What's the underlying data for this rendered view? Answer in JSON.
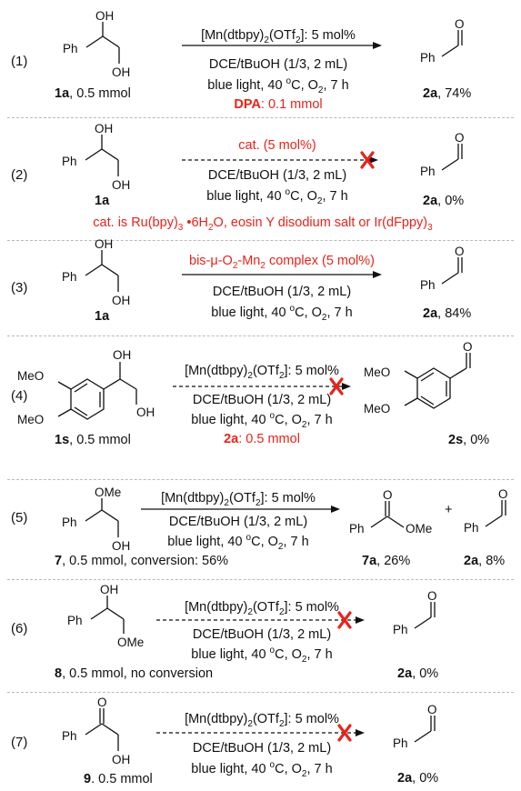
{
  "entries": [
    {
      "num": "(1)",
      "sm_bold": "1a",
      "sm_rest": ", 0.5 mmol",
      "cond1_pre": "[Mn(dtbpy)",
      "cond1_s1": "2",
      "cond1_mid": "(OTf",
      "cond1_s2": "2",
      "cond1_post": "]: 5 mol%",
      "solv": "DCE/tBuOH (1/3, 2 mL)",
      "light_pre": "blue light, 40 ",
      "light_sup": "o",
      "light_mid": "C, O",
      "light_sub": "2",
      "light_post": ", 7 h",
      "add_bold": "DPA",
      "add_rest": ": 0.1 mmol",
      "prod_bold": "2a",
      "prod_rest": ", 74%"
    },
    {
      "num": "(2)",
      "sm_bold": "1a",
      "cat": "cat. (5 mol%)",
      "solv": "DCE/tBuOH (1/3, 2 mL)",
      "light_pre": "blue light, 40 ",
      "light_sup": "o",
      "light_mid": "C, O",
      "light_sub": "2",
      "light_post": ", 7 h",
      "prod_bold": "2a",
      "prod_rest": ", 0%",
      "note_pre": "cat. is Ru(bpy)",
      "note_s1": "3",
      "note_mid": " •6H",
      "note_s2": "2",
      "note_mid2": "O, eosin Y disodium salt or Ir(dFppy)",
      "note_s3": "3"
    },
    {
      "num": "(3)",
      "sm_bold": "1a",
      "cat_pre": "bis-μ-O",
      "cat_s1": "2",
      "cat_mid": "-Mn",
      "cat_s2": "2",
      "cat_post": " complex (5 mol%)",
      "solv": "DCE/tBuOH (1/3, 2 mL)",
      "light_pre": "blue light, 40 ",
      "light_sup": "o",
      "light_mid": "C, O",
      "light_sub": "2",
      "light_post": ", 7 h",
      "prod_bold": "2a",
      "prod_rest": ", 84%"
    },
    {
      "num": "(4)",
      "sm_bold": "1s",
      "sm_rest": ", 0.5 mmol",
      "cond1_pre": "[Mn(dtbpy)",
      "cond1_s1": "2",
      "cond1_mid": "(OTf",
      "cond1_s2": "2",
      "cond1_post": "]: 5 mol%",
      "solv": "DCE/tBuOH (1/3, 2 mL)",
      "light_pre": "blue light, 40 ",
      "light_sup": "o",
      "light_mid": "C, O",
      "light_sub": "2",
      "light_post": ", 7 h",
      "add_bold": "2a",
      "add_rest": ": 0.5 mmol",
      "prod_bold": "2s",
      "prod_rest": ", 0%"
    },
    {
      "num": "(5)",
      "sm_bold": "7",
      "sm_rest": ", 0.5 mmol, conversion: 56%",
      "cond1_pre": "[Mn(dtbpy)",
      "cond1_s1": "2",
      "cond1_mid": "(OTf",
      "cond1_s2": "2",
      "cond1_post": "]: 5 mol%",
      "solv": "DCE/tBuOH (1/3, 2 mL)",
      "light_pre": "blue light, 40 ",
      "light_sup": "o",
      "light_mid": "C, O",
      "light_sub": "2",
      "light_post": ", 7 h",
      "prod_bold": "7a",
      "prod_rest": ", 26%",
      "plus": "+",
      "prod2_bold": "2a",
      "prod2_rest": ", 8%"
    },
    {
      "num": "(6)",
      "sm_bold": "8",
      "sm_rest": ", 0.5 mmol, no conversion",
      "cond1_pre": "[Mn(dtbpy)",
      "cond1_s1": "2",
      "cond1_mid": "(OTf",
      "cond1_s2": "2",
      "cond1_post": "]: 5 mol%",
      "solv": "DCE/tBuOH (1/3, 2 mL)",
      "light_pre": "blue light, 40 ",
      "light_sup": "o",
      "light_mid": "C, O",
      "light_sub": "2",
      "light_post": ", 7 h",
      "prod_bold": "2a",
      "prod_rest": ", 0%"
    },
    {
      "num": "(7)",
      "sm_bold": "9",
      "sm_rest": ". 0.5 mmol",
      "cond1_pre": "[Mn(dtbpy)",
      "cond1_s1": "2",
      "cond1_mid": "(OTf",
      "cond1_s2": "2",
      "cond1_post": "]: 5 mol%",
      "solv": "DCE/tBuOH (1/3, 2 mL)",
      "light_pre": "blue light, 40 ",
      "light_sup": "o",
      "light_mid": "C, O",
      "light_sub": "2",
      "light_post": ", 7 h",
      "prod_bold": "2a",
      "prod_rest": ", 0%"
    }
  ],
  "atoms": {
    "oh": "OH",
    "ph": "Ph",
    "ome": "OMe",
    "meo": "MeO",
    "o": "O"
  },
  "colors": {
    "red": "#e8231b",
    "separator": "#b9b9b9",
    "text": "#111111"
  }
}
